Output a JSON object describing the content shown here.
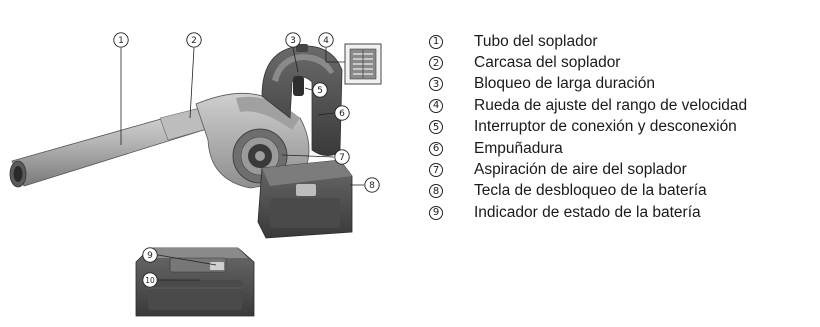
{
  "figure": {
    "callouts": [
      "1",
      "2",
      "3",
      "4",
      "5",
      "6",
      "7",
      "8",
      "9",
      "10"
    ]
  },
  "legend": {
    "items": [
      {
        "num": "1",
        "text": "Tubo del soplador"
      },
      {
        "num": "2",
        "text": "Carcasa del soplador"
      },
      {
        "num": "3",
        "text": "Bloqueo de larga duración"
      },
      {
        "num": "4",
        "text": "Rueda de ajuste del rango de velocidad"
      },
      {
        "num": "5",
        "text": "Interruptor de conexión y desconexión"
      },
      {
        "num": "6",
        "text": "Empuñadura"
      },
      {
        "num": "7",
        "text": "Aspiración de aire del soplador"
      },
      {
        "num": "8",
        "text": "Tecla de desbloqueo de la batería"
      },
      {
        "num": "9",
        "text": "Indicador de estado de la batería"
      }
    ]
  }
}
